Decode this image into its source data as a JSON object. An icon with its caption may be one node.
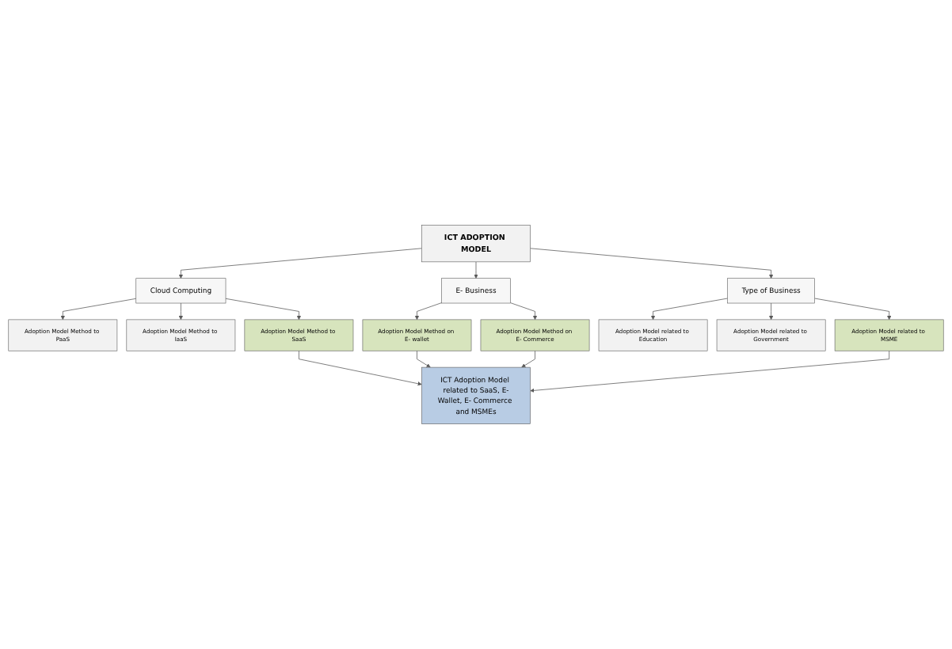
{
  "diagram": {
    "nodes": [
      {
        "text": [
          "ICT ADOPTION MODEL"
        ]
      },
      {
        "text": [
          "Cloud Computing"
        ]
      },
      {
        "text": [
          "E- Business"
        ]
      },
      {
        "text": [
          "Type of Business"
        ]
      },
      {
        "text": [
          "Adoption Model Method to PaaS"
        ]
      },
      {
        "text": [
          "Adoption Model Method on E- wallet"
        ]
      },
      {
        "text": [
          "Adoption Model related to Education"
        ]
      },
      {
        "text": [
          "Adoption Model Method to IaaS"
        ]
      },
      {
        "text": [
          "Adoption Model Method on E- Commerce"
        ]
      },
      {
        "text": [
          "Adoption Model related to Government"
        ]
      },
      {
        "text": [
          "Adoption Model Method to SaaS"
        ]
      },
      {
        "text": [
          "Adoption Model related to MSME"
        ]
      },
      {
        "text": [
          "ICT Adoption Model related to SaaS, E-Wallet, E- Commerce and MSMEs"
        ]
      }
    ],
    "edges": [
      {
        "from": 0,
        "to": 1,
        "arrow": "to"
      },
      {
        "from": 0,
        "to": 2,
        "arrow": "to"
      },
      {
        "from": 0,
        "to": 3,
        "arrow": "to"
      },
      {
        "from": 1,
        "to": 4,
        "arrow": "to"
      },
      {
        "from": 1,
        "to": 7,
        "arrow": "to"
      },
      {
        "from": 1,
        "to": 10,
        "arrow": "to"
      },
      {
        "from": 2,
        "to": 5,
        "arrow": "to"
      },
      {
        "from": 2,
        "to": 8,
        "arrow": "to"
      },
      {
        "from": 3,
        "to": 6,
        "arrow": "to"
      },
      {
        "from": 3,
        "to": 9,
        "arrow": "to"
      },
      {
        "from": 3,
        "to": 11,
        "arrow": "to"
      },
      {
        "from": 5,
        "to": 12,
        "arrow": "to"
      },
      {
        "from": 8,
        "to": 12,
        "arrow": "to"
      },
      {
        "from": 10,
        "to": 12,
        "arrow": "to"
      },
      {
        "from": 11,
        "to": 12,
        "arrow": "to"
      }
    ]
  }
}
